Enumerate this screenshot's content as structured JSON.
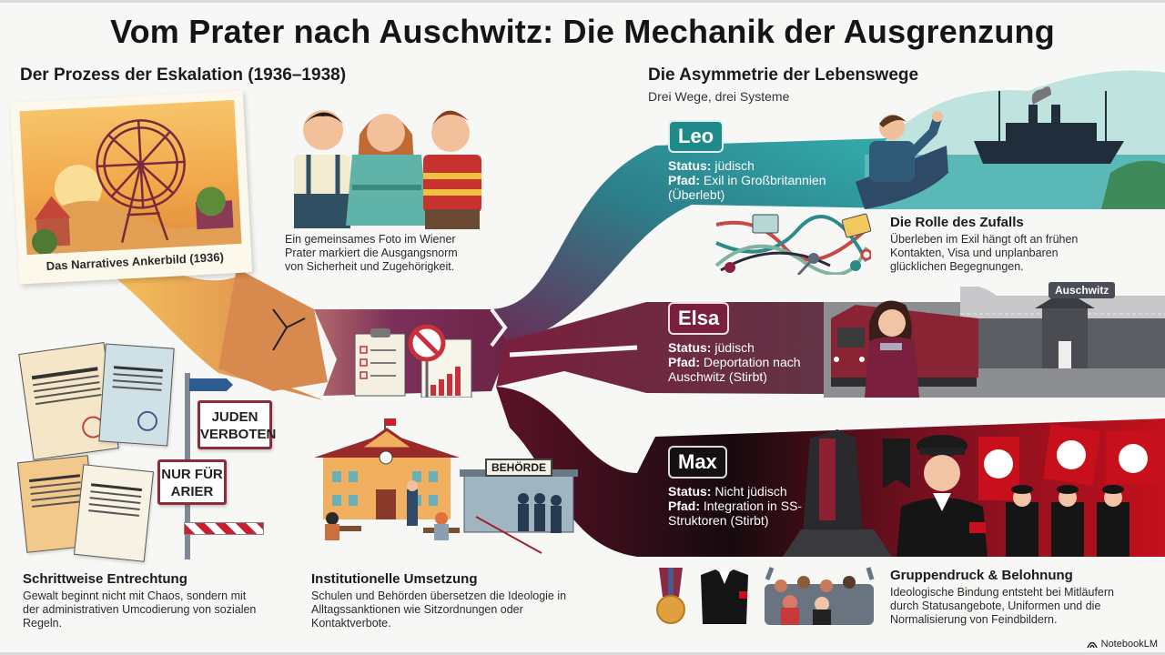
{
  "title": "Vom Prater nach Auschwitz: Die Mechanik der Ausgrenzung",
  "left_section": {
    "title": "Der Prozess der Eskalation (1936–1938)",
    "anchor_photo": {
      "label": "Das Narratives Ankerbild (1936)",
      "icon": "ferris-wheel-icon"
    },
    "friends_caption": "Ein gemeinsames Foto im Wiener Prater markiert die Ausgangsnorm von Sicherheit und Zugehörigkeit.",
    "signs": {
      "sign1": "JUDEN VERBOTEN",
      "sign2": "NUR FÜR ARIER"
    },
    "office_sign": "BEHÖRDE",
    "step1": {
      "heading": "Schrittweise Entrechtung",
      "text": "Gewalt beginnt nicht mit Chaos, sondern mit der administrativen Umcodierung von sozialen Regeln."
    },
    "step2": {
      "heading": "Institutionelle Umsetzung",
      "text": "Schulen und Behörden übersetzen die Ideologie in Alltagssanktionen wie Sitzordnungen oder Kontaktverbote."
    }
  },
  "right_section": {
    "title": "Die Asymmetrie der Lebenswege",
    "subtitle": "Drei Wege, drei Systeme",
    "paths": [
      {
        "name": "Leo",
        "status_label": "Status:",
        "status": "jüdisch",
        "path_label": "Pfad:",
        "path": "Exil in Großbritannien (Überlebt)",
        "color": "#1f8a8a"
      },
      {
        "name": "Elsa",
        "status_label": "Status:",
        "status": "jüdisch",
        "path_label": "Pfad:",
        "path": "Deportation nach Auschwitz (Stirbt)",
        "color": "#7a1f3d",
        "location_tag": "Auschwitz"
      },
      {
        "name": "Max",
        "status_label": "Status:",
        "status": "Nicht jüdisch",
        "path_label": "Pfad:",
        "path": "Integration in SS-Struktoren (Stirbt)",
        "color": "#1a0e12"
      }
    ],
    "chance": {
      "heading": "Die Rolle des Zufalls",
      "text": "Überleben im Exil hängt oft an frühen Kontakten, Visa und unplanbaren glücklichen Begegnungen."
    },
    "pressure": {
      "heading": "Gruppendruck & Belohnung",
      "text": "Ideologische Bindung entsteht bei Mitläufern durch Statusangebote, Uniformen und die Normalisierung von Feindbildern."
    }
  },
  "footer": {
    "brand": "NotebookLM"
  },
  "colors": {
    "teal": "#1f8a8a",
    "plum": "#7a1f3d",
    "dark": "#1a0e12",
    "orange": "#e7963e",
    "red": "#c8102e"
  }
}
